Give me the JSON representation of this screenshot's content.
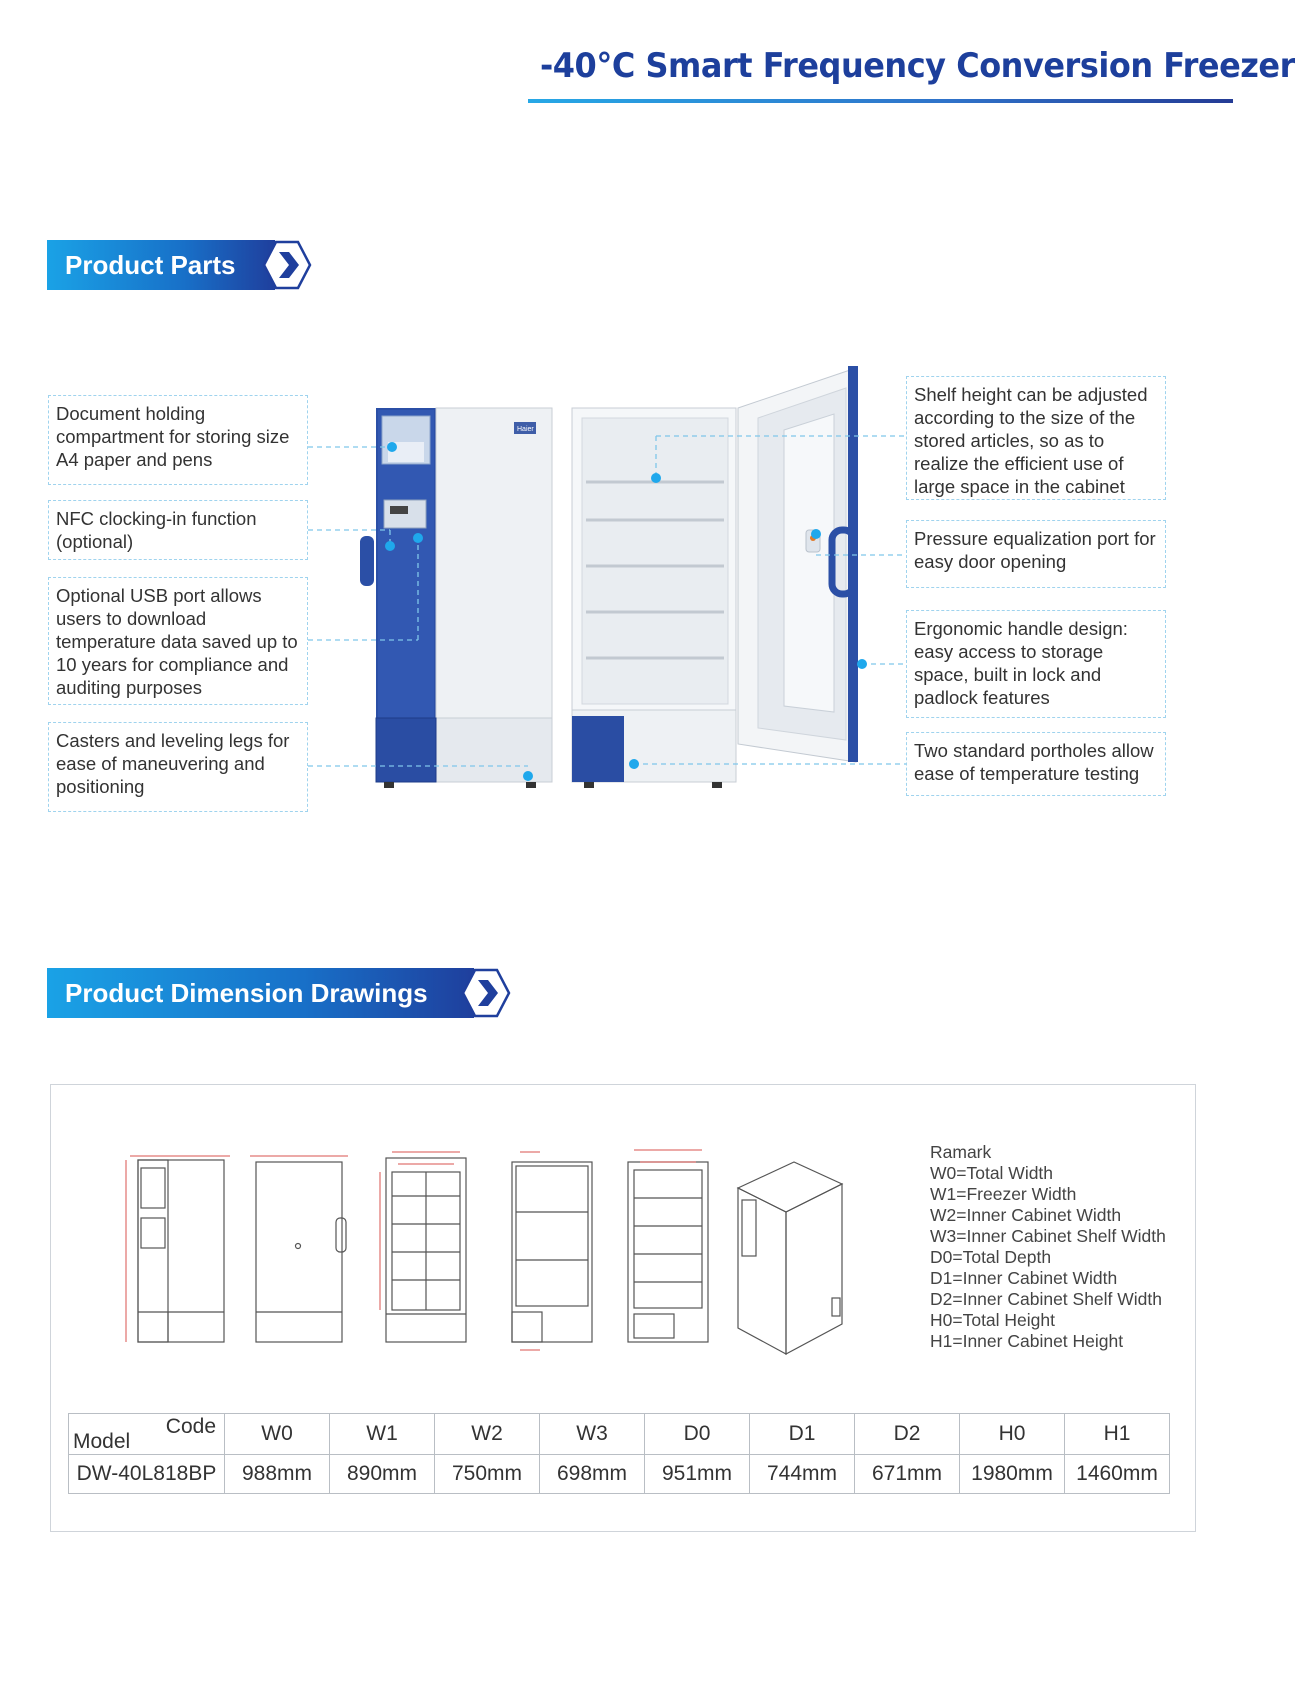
{
  "title": "-40°C Smart Frequency Conversion Freezer",
  "sections": {
    "parts": "Product Parts",
    "dimensions": "Product Dimension Drawings"
  },
  "brand": "Haier",
  "callouts_left": [
    "Document holding compartment for storing size A4 paper and pens",
    "NFC clocking-in function (optional)",
    "Optional USB port allows users to download temperature data saved up to 10 years for compliance and auditing purposes",
    "Casters and leveling legs for ease of maneuvering and positioning"
  ],
  "callouts_right": [
    "Shelf height can be adjusted according to the size of the stored articles, so as to realize the efficient use of large space in the cabinet",
    "Pressure equalization port for easy door opening",
    "Ergonomic handle design: easy access to storage space, built in lock and padlock features",
    "Two standard portholes allow ease of temperature testing"
  ],
  "remarks": {
    "heading": "Ramark",
    "items": [
      "W0=Total Width",
      "W1=Freezer Width",
      "W2=Inner Cabinet Width",
      "W3=Inner Cabinet Shelf Width",
      "D0=Total Depth",
      "D1=Inner Cabinet Width",
      "D2=Inner Cabinet Shelf Width",
      "H0=Total Height",
      "H1=Inner Cabinet Height"
    ]
  },
  "table": {
    "corner_top": "Code",
    "corner_bottom": "Model",
    "columns": [
      "W0",
      "W1",
      "W2",
      "W3",
      "D0",
      "D1",
      "D2",
      "H0",
      "H1"
    ],
    "rows": [
      {
        "model": "DW-40L818BP",
        "values": [
          "988mm",
          "890mm",
          "750mm",
          "698mm",
          "951mm",
          "744mm",
          "671mm",
          "1980mm",
          "1460mm"
        ]
      }
    ]
  }
}
